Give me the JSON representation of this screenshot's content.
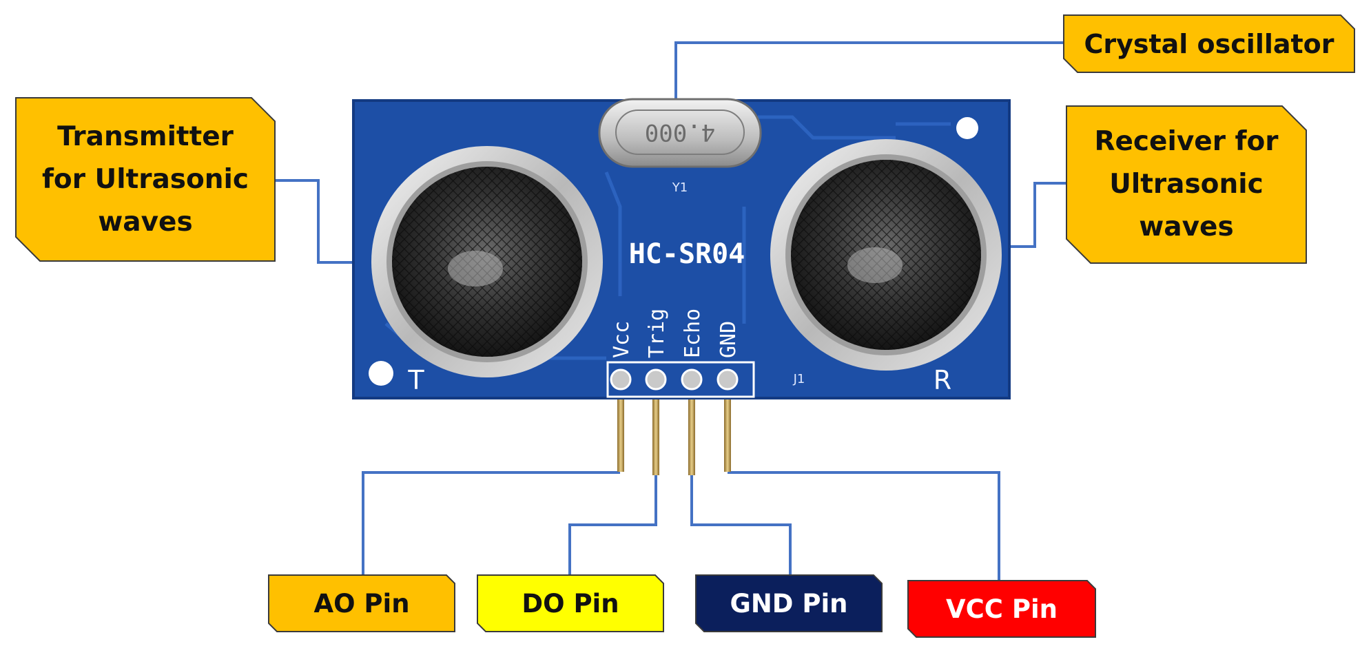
{
  "module": {
    "model": "HC-SR04",
    "crystal_marking": "4.000",
    "crystal_ref": "Y1",
    "header_ref": "J1",
    "transmitter_mark": "T",
    "receiver_mark": "R",
    "pins": [
      "Vcc",
      "Trig",
      "Echo",
      "GND"
    ]
  },
  "callouts": {
    "transmitter": [
      "Transmitter",
      "for Ultrasonic",
      "waves"
    ],
    "receiver": [
      "Receiver for",
      "Ultrasonic",
      "waves"
    ],
    "crystal": "Crystal oscillator",
    "ao_pin": "AO Pin",
    "do_pin": "DO Pin",
    "gnd_pin": "GND Pin",
    "vcc_pin": "VCC Pin"
  },
  "colors": {
    "label_orange": "#FFC000",
    "label_yellow": "#FFFF00",
    "label_navy": "#0B1F5C",
    "label_red": "#FF0000",
    "connector_line": "#4472C4",
    "board_blue": "#1D4FA6"
  }
}
